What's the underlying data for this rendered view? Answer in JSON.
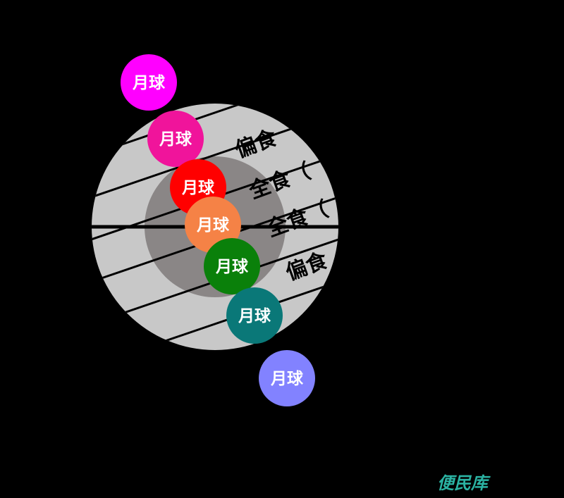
{
  "diagram": {
    "colors": {
      "background": "#000000",
      "penumbra": "#c8c8c8",
      "umbra": "#8a8686",
      "path_line": "#000000"
    },
    "zone_labels": {
      "partial_upper": "偏食",
      "total_upper": "全食（",
      "total_lower": "全食（",
      "partial_lower": "偏食"
    },
    "moons": [
      {
        "label": "月球",
        "color": "#ff00ff"
      },
      {
        "label": "月球",
        "color": "#f0149b"
      },
      {
        "label": "月球",
        "color": "#ff0000"
      },
      {
        "label": "月球",
        "color": "#f58246"
      },
      {
        "label": "月球",
        "color": "#0a800a"
      },
      {
        "label": "月球",
        "color": "#0a7878"
      },
      {
        "label": "月球",
        "color": "#8282ff"
      }
    ]
  },
  "watermark": {
    "text": "便民库",
    "color": "#2bb3a3"
  }
}
